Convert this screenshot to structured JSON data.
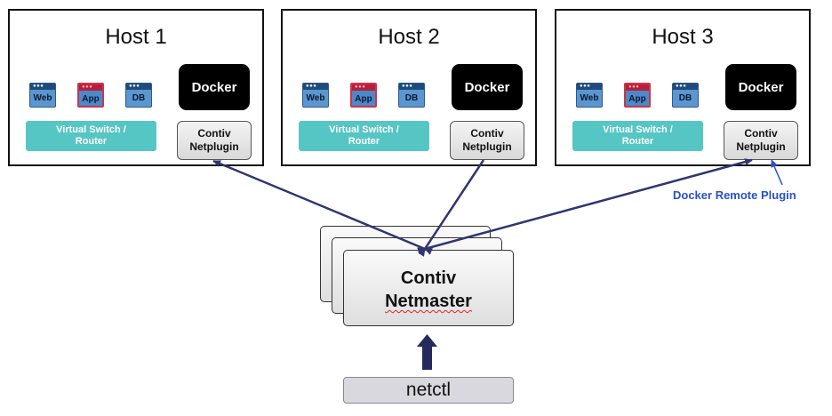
{
  "hosts": [
    {
      "title": "Host 1",
      "apps": [
        {
          "label": "Web",
          "icon": "web-app-icon"
        },
        {
          "label": "App",
          "icon": "app-container-icon"
        },
        {
          "label": "DB",
          "icon": "db-app-icon"
        }
      ],
      "docker": "Docker",
      "switch": [
        "Virtual Switch /",
        "Router"
      ],
      "netplugin": [
        "Contiv",
        "Netplugin"
      ]
    },
    {
      "title": "Host 2",
      "apps": [
        {
          "label": "Web",
          "icon": "web-app-icon"
        },
        {
          "label": "App",
          "icon": "app-container-icon"
        },
        {
          "label": "DB",
          "icon": "db-app-icon"
        }
      ],
      "docker": "Docker",
      "switch": [
        "Virtual Switch /",
        "Router"
      ],
      "netplugin": [
        "Contiv",
        "Netplugin"
      ]
    },
    {
      "title": "Host 3",
      "apps": [
        {
          "label": "Web",
          "icon": "web-app-icon"
        },
        {
          "label": "App",
          "icon": "app-container-icon"
        },
        {
          "label": "DB",
          "icon": "db-app-icon"
        }
      ],
      "docker": "Docker",
      "switch": [
        "Virtual Switch /",
        "Router"
      ],
      "netplugin": [
        "Contiv",
        "Netplugin"
      ]
    }
  ],
  "netmaster": [
    "Contiv",
    "Netmaster"
  ],
  "netctl": "netctl",
  "remote_plugin_label": "Docker Remote Plugin",
  "colors": {
    "switch": "#56c6c4",
    "connector": "#2f3670",
    "remote_label": "#2850c9",
    "app_icon": "#5b96cf",
    "app_icon_accent": "#c8374b"
  }
}
